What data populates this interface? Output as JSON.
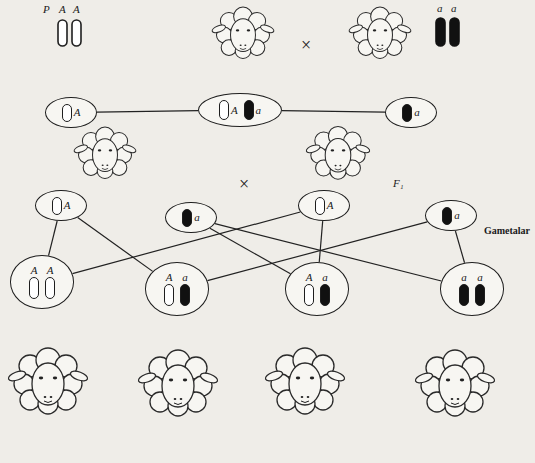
{
  "diagram": {
    "nodes": [
      {
        "text": [
          "A"
        ]
      },
      {
        "text": [
          "A",
          "a"
        ]
      },
      {
        "text": [
          "a"
        ]
      },
      {
        "text": [
          "A"
        ]
      },
      {
        "text": [
          "a"
        ]
      },
      {
        "text": [
          "A"
        ]
      },
      {
        "text": [
          "a"
        ]
      },
      {
        "text": [
          "A",
          "A"
        ]
      },
      {
        "text": [
          "A",
          "a"
        ]
      },
      {
        "text": [
          "A",
          "a"
        ]
      },
      {
        "text": [
          "a",
          "a"
        ]
      }
    ],
    "edges": [
      {
        "from": 0,
        "to": 1,
        "arrow": "none"
      },
      {
        "from": 2,
        "to": 1,
        "arrow": "none"
      },
      {
        "from": 3,
        "to": 7,
        "arrow": "none"
      },
      {
        "from": 5,
        "to": 7,
        "arrow": "none"
      },
      {
        "from": 3,
        "to": 8,
        "arrow": "none"
      },
      {
        "from": 6,
        "to": 8,
        "arrow": "none"
      },
      {
        "from": 4,
        "to": 9,
        "arrow": "none"
      },
      {
        "from": 5,
        "to": 9,
        "arrow": "none"
      },
      {
        "from": 4,
        "to": 10,
        "arrow": "none"
      },
      {
        "from": 6,
        "to": 10,
        "arrow": "none"
      }
    ],
    "labels": [
      "P",
      "A",
      "A",
      "×",
      "a",
      "a",
      "F₁",
      "×",
      "Gametalar"
    ]
  }
}
